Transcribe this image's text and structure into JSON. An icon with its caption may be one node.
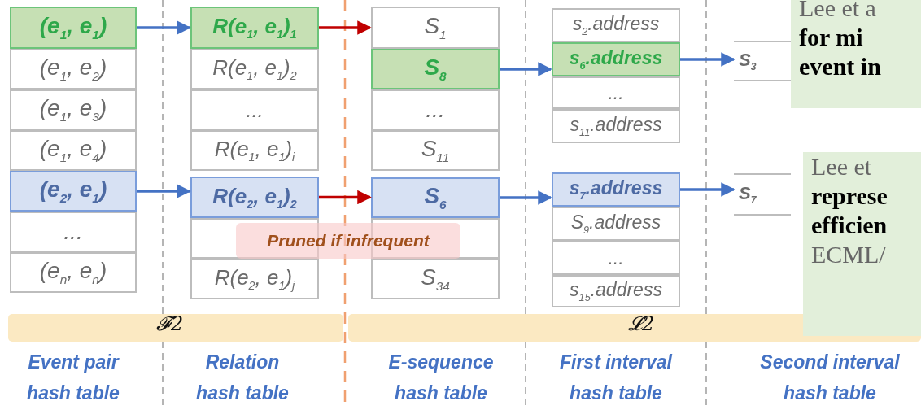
{
  "diagram": {
    "nodes": [
      {
        "text": [
          "(e$_{1}$, e$_{1}$)"
        ]
      },
      {
        "text": [
          "(e$_{1}$, e$_{2}$)"
        ]
      },
      {
        "text": [
          "(e$_{1}$, e$_{3}$)"
        ]
      },
      {
        "text": [
          "(e$_{1}$, e$_{4}$)"
        ]
      },
      {
        "text": [
          "(e$_{2}$, e$_{1}$)"
        ]
      },
      {
        "text": [
          "..."
        ]
      },
      {
        "text": [
          "(e$_{n}$, e$_{n}$)"
        ]
      },
      {
        "text": [
          "R(e$_{1}$, e$_{1}$)$_{1}$"
        ]
      },
      {
        "text": [
          "R(e$_{1}$, e$_{1}$)$_{2}$"
        ]
      },
      {
        "text": [
          "..."
        ]
      },
      {
        "text": [
          "R(e$_{1}$, e$_{1}$)$_{i}$"
        ]
      },
      {
        "text": [
          "R(e$_{2}$, e$_{1}$)$_{2}$"
        ]
      },
      {
        "text": [],
        "shape": "box"
      },
      {
        "text": [
          "R(e$_{2}$, e$_{1}$)$_{j}$"
        ]
      },
      {
        "text": [
          "S$_{1}$"
        ]
      },
      {
        "text": [
          "S$_{8}$"
        ]
      },
      {
        "text": [
          "..."
        ]
      },
      {
        "text": [
          "S$_{11}$"
        ]
      },
      {
        "text": [
          "S$_{6}$"
        ]
      },
      {
        "text": [],
        "shape": "box"
      },
      {
        "text": [
          "S$_{34}$"
        ]
      },
      {
        "text": [
          "s$_{2}$.address"
        ]
      },
      {
        "text": [
          "s$_{6}$.address"
        ]
      },
      {
        "text": [
          "..."
        ]
      },
      {
        "text": [
          "s$_{11}$.address"
        ]
      },
      {
        "text": [
          "s$_{7}$.address"
        ]
      },
      {
        "text": [
          "S$_{9}$.address"
        ]
      },
      {
        "text": [
          "..."
        ]
      },
      {
        "text": [
          "s$_{15}$.address"
        ]
      },
      {
        "text": [
          "S$_{3}$"
        ]
      },
      {
        "text": [
          "S$_{7}$"
        ]
      },
      {
        "text": [
          "Lee et a",
          "for mi",
          "event in"
        ]
      },
      {
        "text": [
          "Lee et",
          "represe",
          "efficien",
          "ECML/"
        ]
      }
    ],
    "edges": [
      {
        "from": 0,
        "to": 7,
        "arrow": "to"
      },
      {
        "from": 7,
        "to": 14,
        "arrow": "to",
        "color": "#c00000"
      },
      {
        "from": 4,
        "to": 11,
        "arrow": "to"
      },
      {
        "from": 11,
        "to": 18,
        "arrow": "to",
        "color": "#c00000"
      },
      {
        "from": 15,
        "to": 22,
        "arrow": "to"
      },
      {
        "from": 18,
        "to": 25,
        "arrow": "to"
      },
      {
        "from": 22,
        "to": 29,
        "arrow": "to"
      },
      {
        "from": 25,
        "to": 30,
        "arrow": "to"
      }
    ],
    "labels": [
      "Pruned if infrequent",
      "𝓕2",
      "𝓛2",
      "Event pair hash table",
      "Relation hash table",
      "E-sequence hash table",
      "First interval hash table",
      "Second interval hash table"
    ]
  }
}
